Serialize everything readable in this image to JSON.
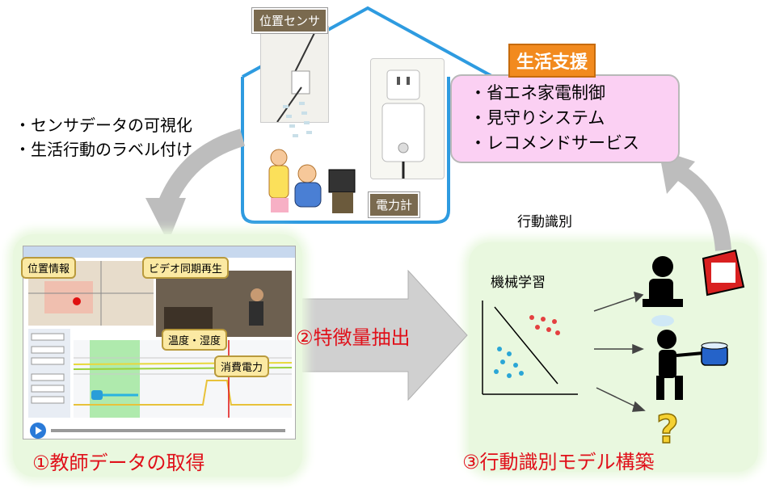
{
  "house": {
    "sensor_label": "位置センサ",
    "meter_label": "電力計"
  },
  "left_bullets": [
    "・センサデータの可視化",
    "・生活行動のラベル付け"
  ],
  "life_support": {
    "title": "生活支援",
    "items": [
      "・省エネ家電制御",
      "・見守りシステム",
      "・レコメンドサービス"
    ]
  },
  "step1": {
    "label": "①教師データの取得",
    "callouts": {
      "position": "位置情報",
      "video": "ビデオ同期再生",
      "temp": "温度・湿度",
      "power": "消費電力"
    }
  },
  "step2": {
    "label": "②特徴量抽出"
  },
  "step3": {
    "label": "③行動識別モデル構築",
    "ml_label": "機械学習",
    "top_label": "行動識別"
  },
  "colors": {
    "house_outline": "#2e9be0",
    "panel_green": "#e9f8df",
    "pink": "#fbd0f3",
    "orange": "#f28a1e",
    "red_text": "#e0101a",
    "gray_arrow": "#c8c8c8"
  }
}
